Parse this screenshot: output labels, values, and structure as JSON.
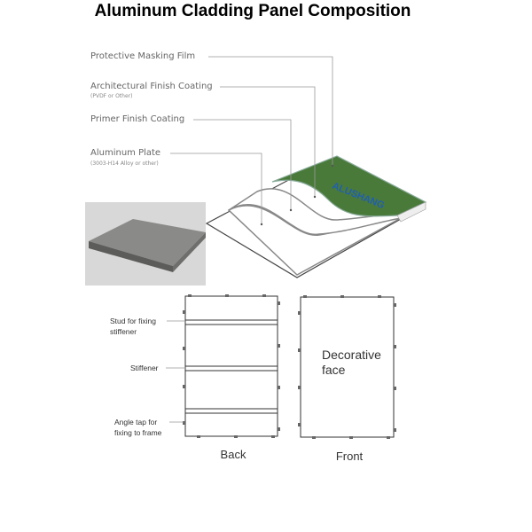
{
  "title": "Aluminum Cladding Panel Composition",
  "layers": [
    {
      "label": "Protective Masking Film",
      "note": ""
    },
    {
      "label": "Architectural Finish Coating",
      "note": "(PVDF or Other)"
    },
    {
      "label": "Primer Finish Coating",
      "note": ""
    },
    {
      "label": "Aluminum Plate",
      "note": "(3003-H14 Alloy or other)"
    }
  ],
  "logo_text": "ALUSHANG",
  "colors": {
    "film": "#4a7a3a",
    "logo": "#1f5fb0"
  },
  "back": {
    "caption": "Back",
    "callouts": {
      "stud_line1": "Stud for fixing",
      "stud_line2": "stiffener",
      "stiffener": "Stiffener",
      "angle_line1": "Angle tap for",
      "angle_line2": "fixing to frame"
    }
  },
  "front": {
    "caption": "Front",
    "face_line1": "Decorative",
    "face_line2": "face"
  }
}
